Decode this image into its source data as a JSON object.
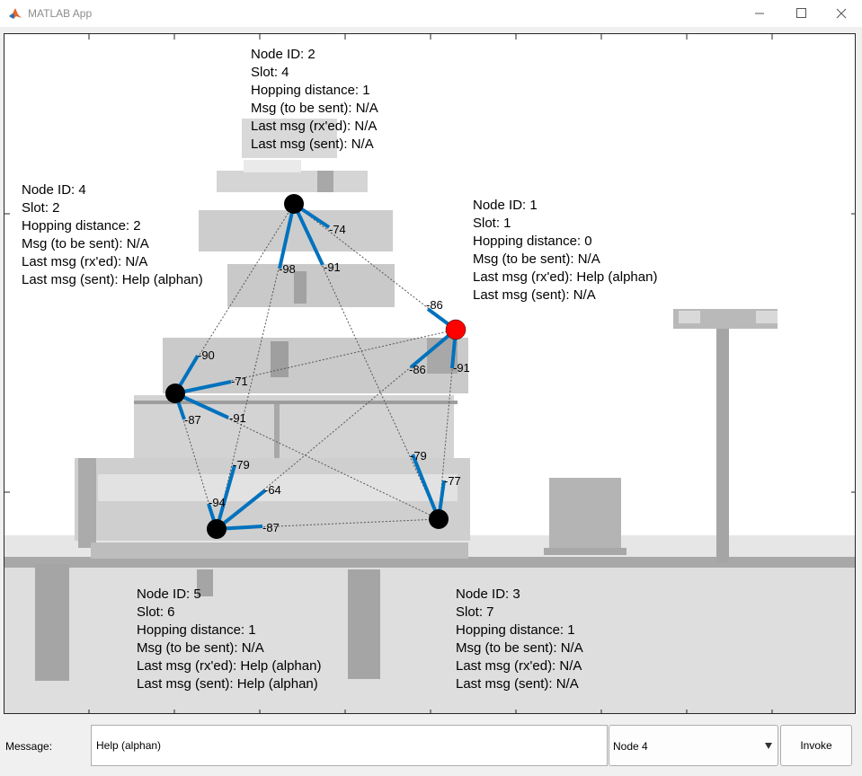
{
  "window": {
    "title": "MATLAB App",
    "icon": "matlab-icon",
    "controls": [
      "minimize-icon",
      "maximize-icon",
      "close-icon"
    ]
  },
  "colors": {
    "link": "#0072bd",
    "sink_node": "#ff0000",
    "node": "#000000",
    "background_silhouette": "#bdbdbd"
  },
  "nodes": [
    {
      "id": 1,
      "lines": [
        "Node ID: 1",
        "Slot: 1",
        "Hopping distance: 0",
        "Msg (to be sent): N/A",
        "Last msg (rx'ed): Help (alphan)",
        "Last msg (sent): N/A"
      ]
    },
    {
      "id": 2,
      "lines": [
        "Node ID: 2",
        "Slot: 4",
        "Hopping distance: 1",
        "Msg (to be sent): N/A",
        "Last msg (rx'ed): N/A",
        "Last msg (sent): N/A"
      ]
    },
    {
      "id": 3,
      "lines": [
        "Node ID: 3",
        "Slot: 7",
        "Hopping distance: 1",
        "Msg (to be sent): N/A",
        "Last msg (rx'ed): N/A",
        "Last msg (sent): N/A"
      ]
    },
    {
      "id": 4,
      "lines": [
        "Node ID: 4",
        "Slot: 2",
        "Hopping distance: 2",
        "Msg (to be sent): N/A",
        "Last msg (rx'ed): N/A",
        "Last msg (sent): Help (alphan)"
      ]
    },
    {
      "id": 5,
      "lines": [
        "Node ID: 5",
        "Slot: 6",
        "Hopping distance: 1",
        "Msg (to be sent): N/A",
        "Last msg (rx'ed): Help (alphan)",
        "Last msg (sent): Help (alphan)"
      ]
    }
  ],
  "rssi_labels": {
    "n2_to_n1": "-74",
    "n2_to_n4": "-98",
    "n2_to_n3": "-91",
    "n1_to_n2": "-86",
    "n1_to_n4": "-86",
    "n1_to_n3": "-91",
    "n4_to_n2": "-90",
    "n4_to_n1": "-71",
    "n4_to_n5": "-87",
    "n4_to_n3": "-91",
    "n5_to_n2": "-79",
    "n5_to_n4": "-94",
    "n5_to_n1": "-64",
    "n5_to_n3": "-87",
    "n3_to_n4": "-79",
    "n3_to_n1": "-77"
  },
  "controls": {
    "message_label": "Message:",
    "message_value": "Help (alphan)",
    "node_select_value": "Node 4",
    "node_select_icon": "chevron-down-icon",
    "invoke_label": "Invoke"
  }
}
